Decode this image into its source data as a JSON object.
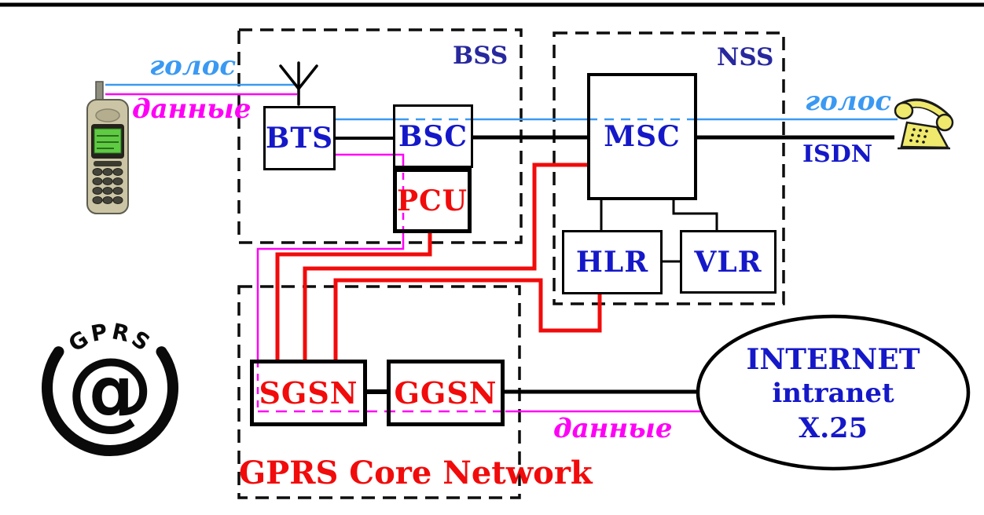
{
  "regions": {
    "bss": {
      "label": "BSS"
    },
    "nss": {
      "label": "NSS"
    },
    "gprs_core": {
      "label": "GPRS Core Network"
    }
  },
  "nodes": {
    "bts": {
      "label": "BTS"
    },
    "bsc": {
      "label": "BSC"
    },
    "pcu": {
      "label": "PCU"
    },
    "msc": {
      "label": "MSC"
    },
    "hlr": {
      "label": "HLR"
    },
    "vlr": {
      "label": "VLR"
    },
    "sgsn": {
      "label": "SGSN"
    },
    "ggsn": {
      "label": "GGSN"
    }
  },
  "cloud": {
    "line1": "INTERNET",
    "line2": "intranet",
    "line3": "X.25"
  },
  "flow_labels": {
    "voice_left": "голос",
    "data_left": "данные",
    "voice_right": "голос",
    "isdn": "ISDN",
    "data_bottom": "данные"
  },
  "logo": {
    "arc_text": "GPRS",
    "at_symbol": "@"
  },
  "colors": {
    "voice_line": "#3a99f2",
    "data_line": "#ff00f6",
    "gprs_link_red": "#f10b0b",
    "node_label_blue": "#1518c8",
    "node_label_red": "#f10b0b",
    "region_label_blue": "#28289e",
    "line_black": "#000000",
    "phone_yellow": "#efe96d",
    "screen_green": "#5ecb43"
  }
}
